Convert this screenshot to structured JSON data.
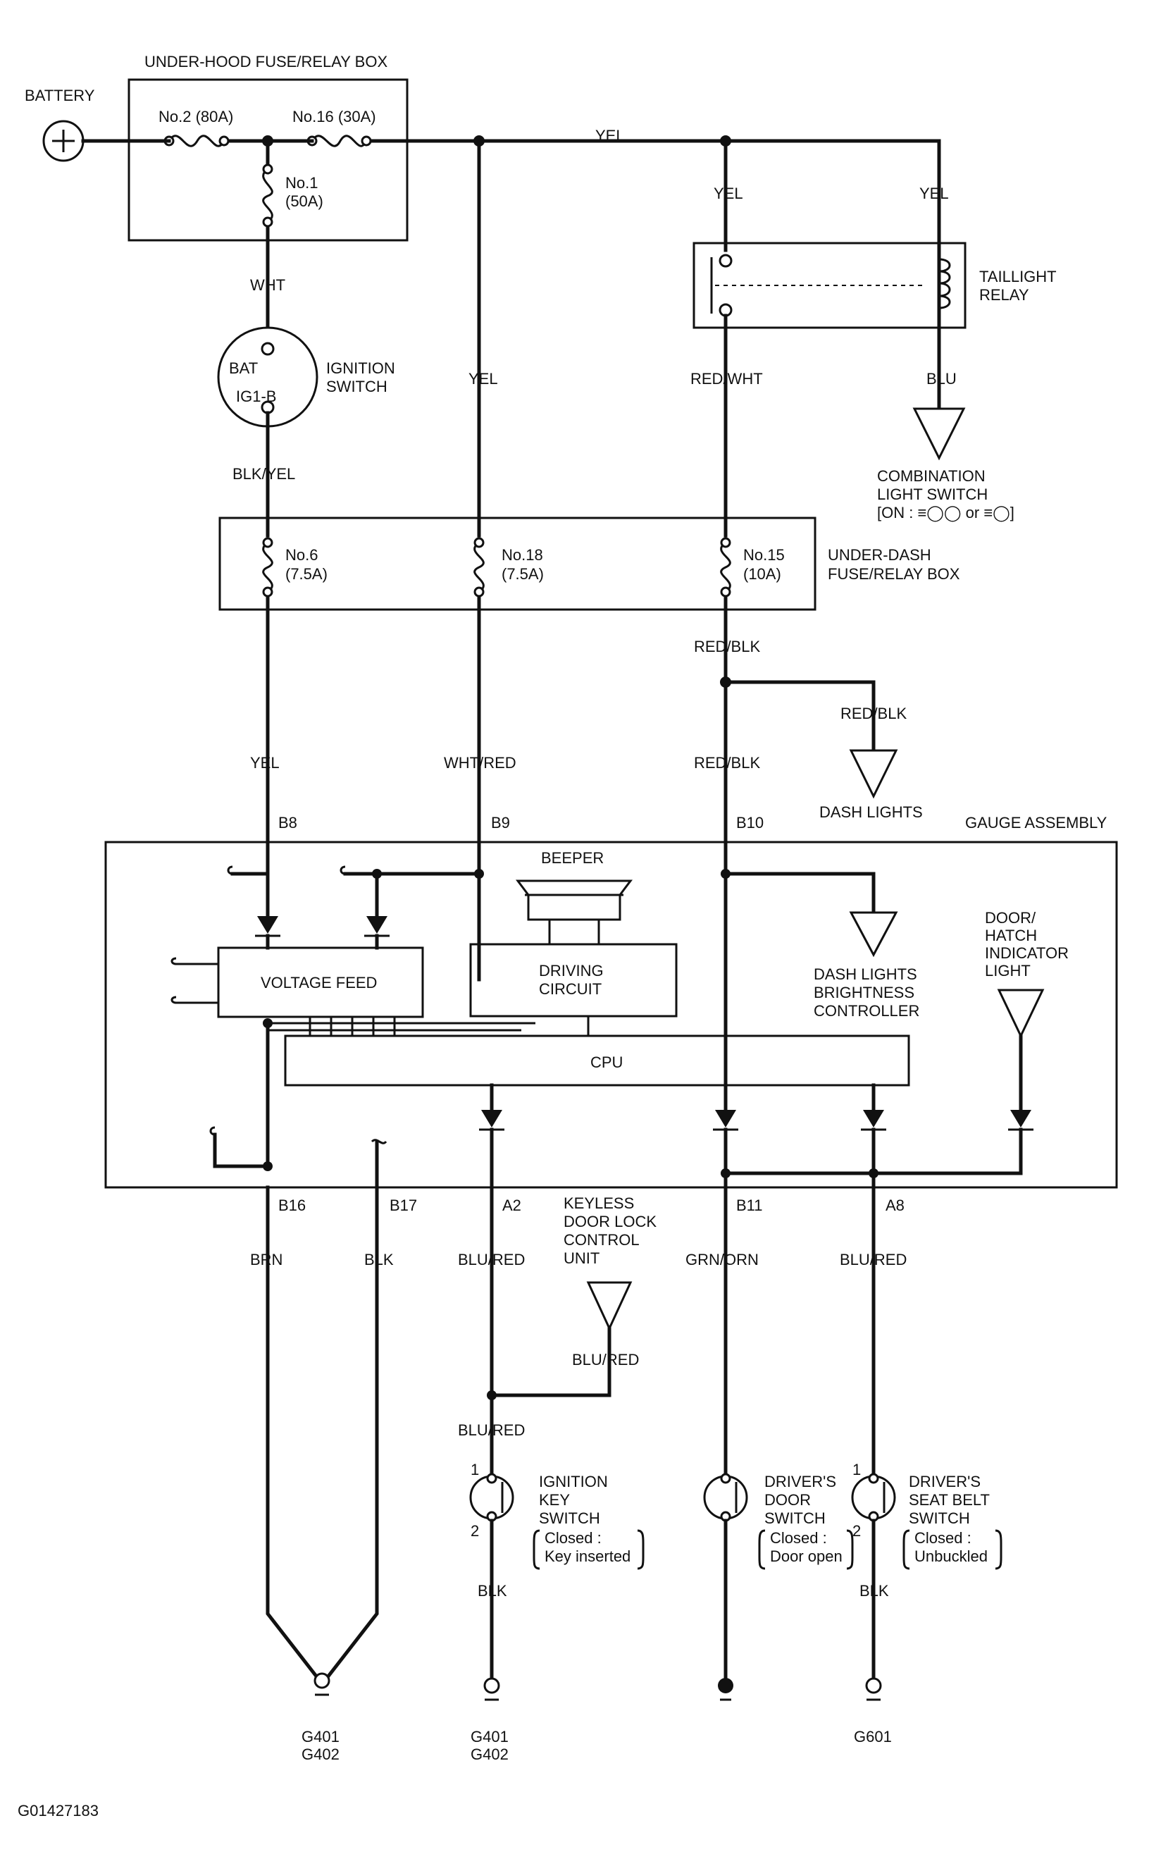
{
  "labels": {
    "underhood_box": "UNDER-HOOD FUSE/RELAY BOX",
    "battery": "BATTERY",
    "fuse_no2": "No.2 (80A)",
    "fuse_no16": "No.16 (30A)",
    "fuse_no1_a": "No.1",
    "fuse_no1_b": "(50A)",
    "yel": "YEL",
    "wht": "WHT",
    "bat": "BAT",
    "ig1b": "IG1-B",
    "ignition_switch_a": "IGNITION",
    "ignition_switch_b": "SWITCH",
    "blk_yel": "BLK/YEL",
    "red_wht": "RED/WHT",
    "blu": "BLU",
    "taillight_relay_a": "TAILLIGHT",
    "taillight_relay_b": "RELAY",
    "comb_switch_a": "COMBINATION",
    "comb_switch_b": "LIGHT SWITCH",
    "comb_switch_c": "[ON : ≡◯◯ or ≡◯]",
    "fuse_no6_a": "No.6",
    "fuse_no6_b": "(7.5A)",
    "fuse_no18_a": "No.18",
    "fuse_no18_b": "(7.5A)",
    "fuse_no15_a": "No.15",
    "fuse_no15_b": "(10A)",
    "underdash_a": "UNDER-DASH",
    "underdash_b": "FUSE/RELAY BOX",
    "red_blk": "RED/BLK",
    "wht_red": "WHT/RED",
    "dash_lights": "DASH LIGHTS",
    "gauge_assembly": "GAUGE ASSEMBLY",
    "b8": "B8",
    "b9": "B9",
    "b10": "B10",
    "beeper": "BEEPER",
    "voltage_feed": "VOLTAGE FEED",
    "driving_a": "DRIVING",
    "driving_b": "CIRCUIT",
    "dlbc_a": "DASH LIGHTS",
    "dlbc_b": "BRIGHTNESS",
    "dlbc_c": "CONTROLLER",
    "door_ind_a": "DOOR/",
    "door_ind_b": "HATCH",
    "door_ind_c": "INDICATOR",
    "door_ind_d": "LIGHT",
    "cpu": "CPU",
    "b16": "B16",
    "b17": "B17",
    "a2": "A2",
    "b11": "B11",
    "a8": "A8",
    "keyless_a": "KEYLESS",
    "keyless_b": "DOOR LOCK",
    "keyless_c": "CONTROL",
    "keyless_d": "UNIT",
    "brn": "BRN",
    "blk": "BLK",
    "blu_red": "BLU/RED",
    "grn_orn": "GRN/ORN",
    "pin1": "1",
    "pin2": "2",
    "ign_key_a": "IGNITION",
    "ign_key_b": "KEY",
    "ign_key_c": "SWITCH",
    "ign_key_d": "Closed :",
    "ign_key_e": "Key inserted",
    "door_sw_a": "DRIVER'S",
    "door_sw_b": "DOOR",
    "door_sw_c": "SWITCH",
    "door_sw_d": "Closed :",
    "door_sw_e": "Door open",
    "belt_sw_a": "DRIVER'S",
    "belt_sw_b": "SEAT BELT",
    "belt_sw_c": "SWITCH",
    "belt_sw_d": "Closed :",
    "belt_sw_e": "Unbuckled",
    "g401": "G401",
    "g402": "G402",
    "g601": "G601",
    "figure_id": "G01427183"
  }
}
